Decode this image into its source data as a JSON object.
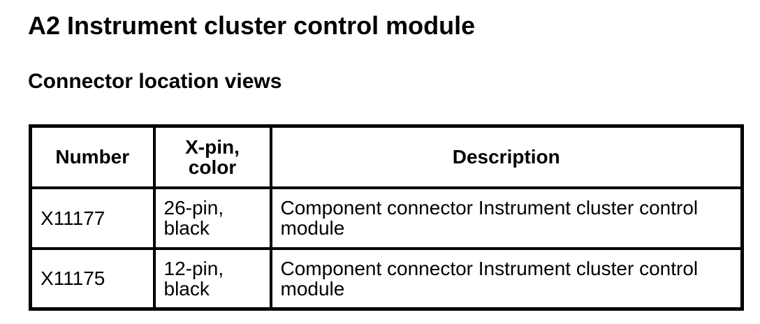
{
  "page": {
    "title": "A2 Instrument cluster control module",
    "heading": "Connector location views"
  },
  "connector_table": {
    "headers": {
      "number": "Number",
      "pin_color": "X-pin,\ncolor",
      "description": "Description"
    },
    "rows": [
      {
        "number": "X11177",
        "pin_color": "26-pin,\nblack",
        "description": "Component connector Instrument cluster control module"
      },
      {
        "number": "X11175",
        "pin_color": "12-pin,\nblack",
        "description": "Component connector Instrument cluster control module"
      }
    ]
  },
  "colors": {
    "text": "#000000",
    "border": "#000000",
    "background": "#ffffff"
  }
}
